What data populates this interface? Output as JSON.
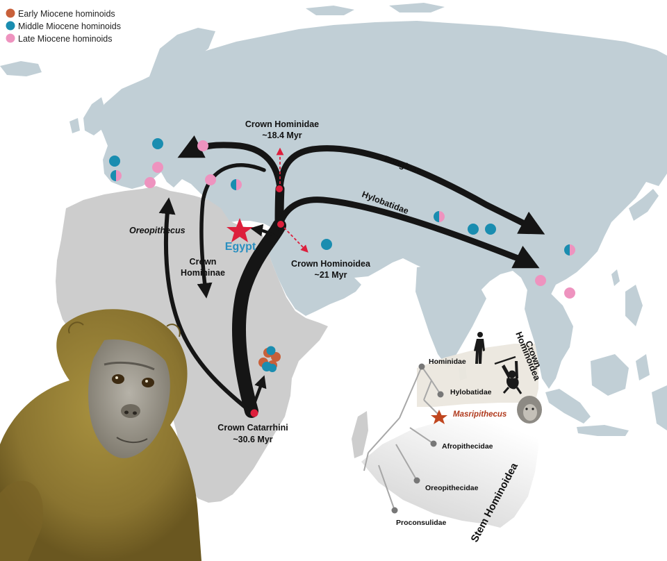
{
  "colors": {
    "early": "#c8603a",
    "middle": "#1a8db0",
    "late": "#ee93bf",
    "land_light": "#c1cfd6",
    "land_gray": "#cdcdcd",
    "ocean": "#ffffff",
    "arrow": "#151515",
    "node_red": "#dd1f3c",
    "egypt_blue": "#2b8fc0",
    "masri_red": "#b03a1d"
  },
  "legend": [
    {
      "label": "Early Miocene hominoids",
      "color_key": "early"
    },
    {
      "label": "Middle Miocene hominoids",
      "color_key": "middle"
    },
    {
      "label": "Late Miocene hominoids",
      "color_key": "late"
    }
  ],
  "labels": {
    "crown_hominidae_name": "Crown Hominidae",
    "crown_hominidae_age": "~18.4 Myr",
    "crown_hominoidea_name": "Crown Hominoidea",
    "crown_hominoidea_age": "~21 Myr",
    "crown_catarrhini_name": "Crown Catarrhini",
    "crown_catarrhini_age": "~30.6 Myr",
    "ponginae": "Ponginae",
    "hylobatidae": "Hylobatidae",
    "oreopithecus": "Oreopithecus",
    "crown_homininae_1": "Crown",
    "crown_homininae_2": "Homininae",
    "egypt": "Egypt"
  },
  "tree": {
    "hominidae": "Hominidae",
    "hylobatidae": "Hylobatidae",
    "masripithecus": "Masripithecus",
    "afropithecidae": "Afropithecidae",
    "oreopithecidae": "Oreopithecidae",
    "proconsulidae": "Proconsulidae",
    "crown_hominoidea_1": "Crown",
    "crown_hominoidea_2": "Hominoidea",
    "stem_hominoidea": "Stem Hominoidea"
  }
}
